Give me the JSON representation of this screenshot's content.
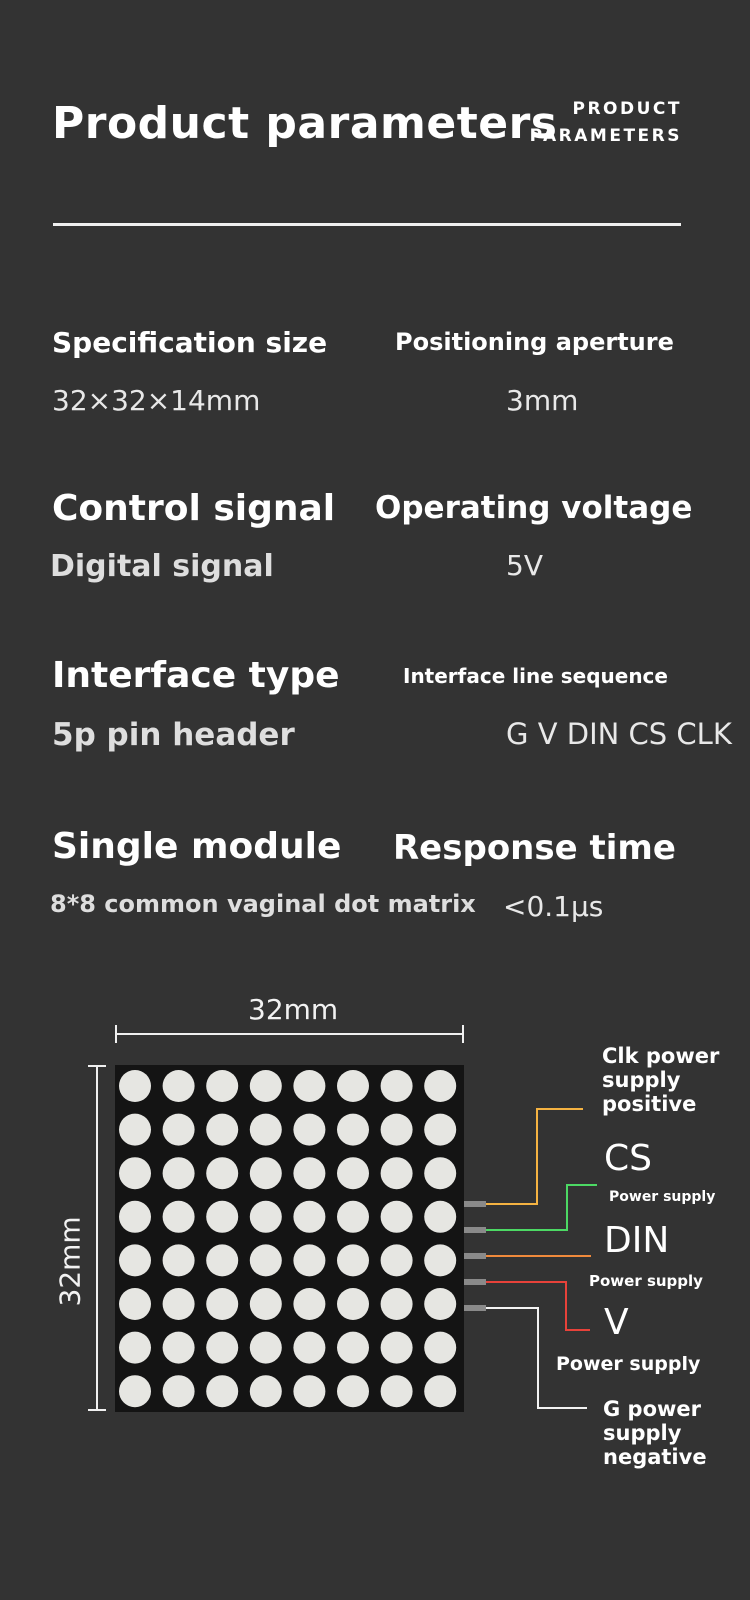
{
  "header": {
    "title": "Product parameters",
    "subtitle_line1": "PRODUCT",
    "subtitle_line2": "PARAMETERS"
  },
  "params": [
    {
      "label": "Specification size",
      "value": "32×32×14mm"
    },
    {
      "label": "Positioning aperture",
      "value": "3mm"
    },
    {
      "label": "Control signal",
      "value": "Digital signal"
    },
    {
      "label": "Operating voltage",
      "value": "5V"
    },
    {
      "label": "Interface type",
      "value": "5p pin header"
    },
    {
      "label": "Interface line sequence",
      "value": "G V DIN CS CLK"
    },
    {
      "label": "Single module",
      "value": "8*8 common vaginal dot matrix"
    },
    {
      "label": "Response time",
      "value": "<0.1μs"
    }
  ],
  "diagram": {
    "width_label": "32mm",
    "height_label": "32mm",
    "matrix_rows": 8,
    "matrix_cols": 8,
    "pins": {
      "clk": {
        "l1": "Clk power",
        "l2": "supply",
        "l3": "positive",
        "color": "#f5b342"
      },
      "cs": {
        "name": "CS",
        "desc": "Power supply",
        "color": "#4cd964"
      },
      "din": {
        "name": "DIN",
        "desc": "Power supply",
        "color": "#f08a3c"
      },
      "v": {
        "name": "V",
        "desc": "Power supply",
        "color": "#e8423a"
      },
      "g": {
        "l1": "G power",
        "l2": "supply",
        "l3": "negative",
        "color": "#f2f2f2"
      }
    }
  }
}
